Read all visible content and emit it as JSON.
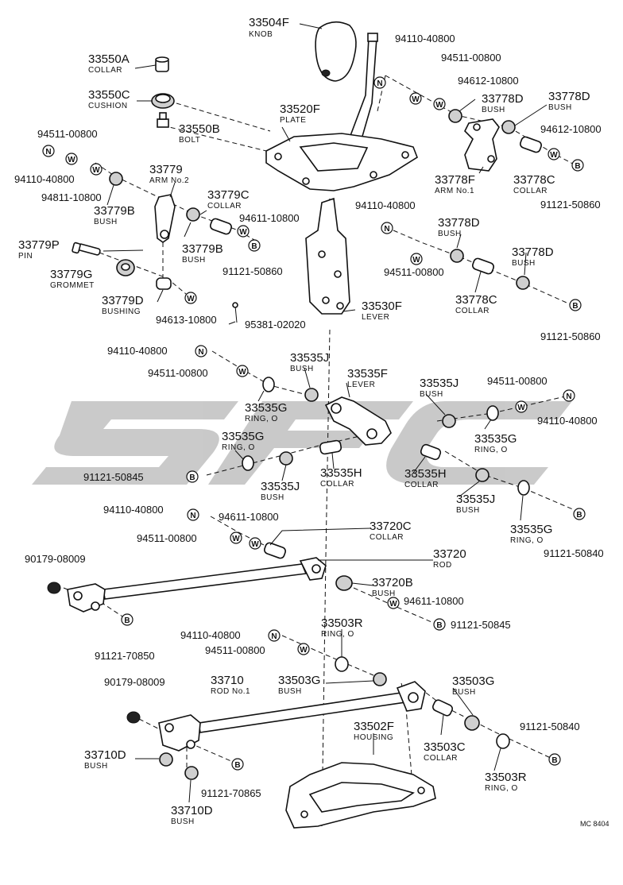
{
  "watermark_text": "SFC",
  "footer_code": "MC 8404",
  "symbols": {
    "nut": "N",
    "washer": "W",
    "bolt": "B"
  },
  "parts": {
    "p33504F": {
      "number": "33504F",
      "name": "KNOB"
    },
    "p33550A": {
      "number": "33550A",
      "name": "COLLAR"
    },
    "p33550C": {
      "number": "33550C",
      "name": "CUSHION"
    },
    "p33550B": {
      "number": "33550B",
      "name": "BOLT"
    },
    "p33520F": {
      "number": "33520F",
      "name": "PLATE"
    },
    "p33779": {
      "number": "33779",
      "name": "ARM No.2"
    },
    "p33779C": {
      "number": "33779C",
      "name": "COLLAR"
    },
    "p33779B_a": {
      "number": "33779B",
      "name": "BUSH"
    },
    "p33779B_b": {
      "number": "33779B",
      "name": "BUSH"
    },
    "p33779P": {
      "number": "33779P",
      "name": "PIN"
    },
    "p33779G": {
      "number": "33779G",
      "name": "GROMMET"
    },
    "p33779D": {
      "number": "33779D",
      "name": "BUSHING"
    },
    "p33778D_a": {
      "number": "33778D",
      "name": "BUSH"
    },
    "p33778D_b": {
      "number": "33778D",
      "name": "BUSH"
    },
    "p33778D_c": {
      "number": "33778D",
      "name": "BUSH"
    },
    "p33778D_d": {
      "number": "33778D",
      "name": "BUSH"
    },
    "p33778F": {
      "number": "33778F",
      "name": "ARM No.1"
    },
    "p33778C_a": {
      "number": "33778C",
      "name": "COLLAR"
    },
    "p33778C_b": {
      "number": "33778C",
      "name": "COLLAR"
    },
    "p33530F": {
      "number": "33530F",
      "name": "LEVER"
    },
    "p33535J_a": {
      "number": "33535J",
      "name": "BUSH"
    },
    "p33535J_b": {
      "number": "33535J",
      "name": "BUSH"
    },
    "p33535J_c": {
      "number": "33535J",
      "name": "BUSH"
    },
    "p33535J_d": {
      "number": "33535J",
      "name": "BUSH"
    },
    "p33535F": {
      "number": "33535F",
      "name": "LEVER"
    },
    "p33535G_a": {
      "number": "33535G",
      "name": "RING, O"
    },
    "p33535G_b": {
      "number": "33535G",
      "name": "RING, O"
    },
    "p33535G_c": {
      "number": "33535G",
      "name": "RING, O"
    },
    "p33535G_d": {
      "number": "33535G",
      "name": "RING, O"
    },
    "p33535H_a": {
      "number": "33535H",
      "name": "COLLAR"
    },
    "p33535H_b": {
      "number": "33535H",
      "name": "COLLAR"
    },
    "p33720C": {
      "number": "33720C",
      "name": "COLLAR"
    },
    "p33720": {
      "number": "33720",
      "name": "ROD"
    },
    "p33720B": {
      "number": "33720B",
      "name": "BUSH"
    },
    "p33503R_a": {
      "number": "33503R",
      "name": "RING, O"
    },
    "p33503R_b": {
      "number": "33503R",
      "name": "RING, O"
    },
    "p33503G_a": {
      "number": "33503G",
      "name": "BUSH"
    },
    "p33503G_b": {
      "number": "33503G",
      "name": "BUSH"
    },
    "p33710": {
      "number": "33710",
      "name": "ROD No.1"
    },
    "p33502F": {
      "number": "33502F",
      "name": "HOUSING"
    },
    "p33503C": {
      "number": "33503C",
      "name": "COLLAR"
    },
    "p33710D_a": {
      "number": "33710D",
      "name": "BUSH"
    },
    "p33710D_b": {
      "number": "33710D",
      "name": "BUSH"
    }
  },
  "codes": {
    "c1": "94110-40800",
    "c2": "94511-00800",
    "c3": "94612-10800",
    "c4": "94511-00800",
    "c5": "94110-40800",
    "c6": "94811-10800",
    "c7": "94612-10800",
    "c8": "91121-50860",
    "c9": "94611-10800",
    "c10": "91121-50860",
    "c11": "94110-40800",
    "c12": "94511-00800",
    "c13": "91121-50860",
    "c14": "94613-10800",
    "c15": "95381-02020",
    "c16": "94110-40800",
    "c17": "94511-00800",
    "c18": "94511-00800",
    "c19": "94110-40800",
    "c20": "91121-50845",
    "c21": "91121-50840",
    "c22": "94110-40800",
    "c23": "94611-10800",
    "c24": "94511-00800",
    "c25": "90179-08009",
    "c26": "94611-10800",
    "c27": "91121-50845",
    "c28": "91121-70850",
    "c29": "94110-40800",
    "c30": "94511-00800",
    "c31": "90179-08009",
    "c32": "91121-50840",
    "c33": "91121-70865"
  }
}
